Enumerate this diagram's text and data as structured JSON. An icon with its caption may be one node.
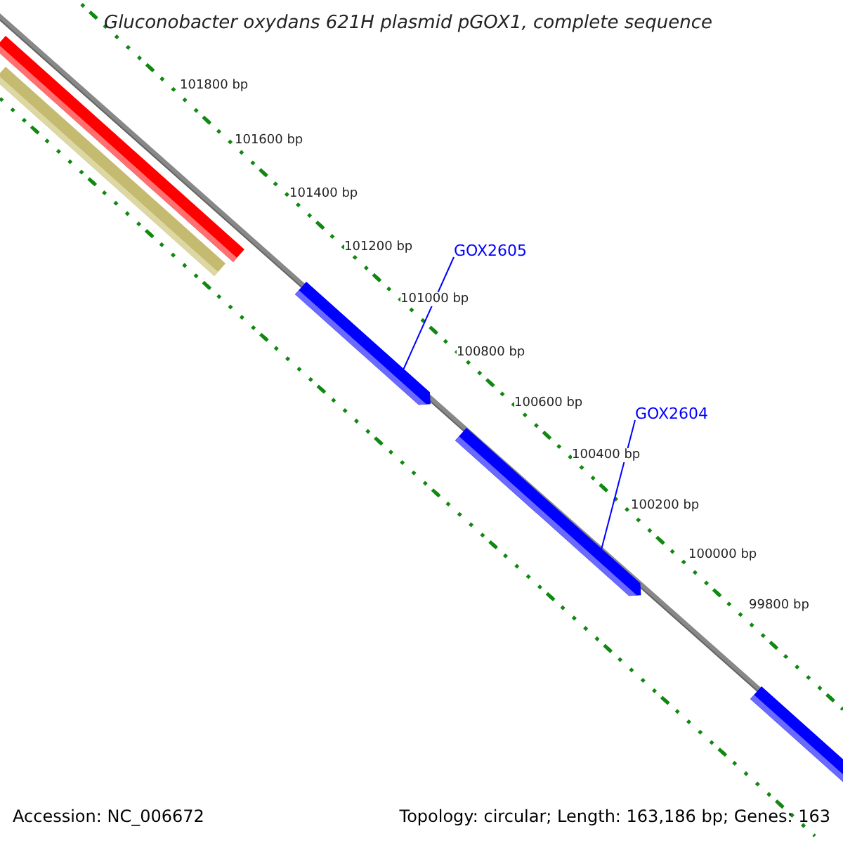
{
  "diagram": {
    "title": "Gluconobacter oxydans 621H plasmid pGOX1, complete sequence",
    "nodes": [
      {
        "text": [],
        "shape": "bar"
      },
      {
        "text": [],
        "shape": "bar"
      },
      {
        "text": [
          "GOX2605"
        ]
      },
      {
        "text": [],
        "shape": "arrow"
      },
      {
        "text": [
          "GOX2604"
        ]
      },
      {
        "text": [],
        "shape": "arrow"
      },
      {
        "text": [],
        "shape": "arrow"
      }
    ],
    "edges": [
      {
        "from": 2,
        "to": 3,
        "arrow": "none"
      },
      {
        "from": 4,
        "to": 5,
        "arrow": "none"
      }
    ],
    "labels": [
      "101800 bp",
      "101600 bp",
      "101400 bp",
      "101200 bp",
      "101000 bp",
      "100800 bp",
      "100600 bp",
      "100400 bp",
      "100200 bp",
      "100000 bp",
      "99800 bp",
      "Accession: NC_006672",
      "Topology: circular; Length: 163,186 bp; Genes: 163"
    ]
  }
}
